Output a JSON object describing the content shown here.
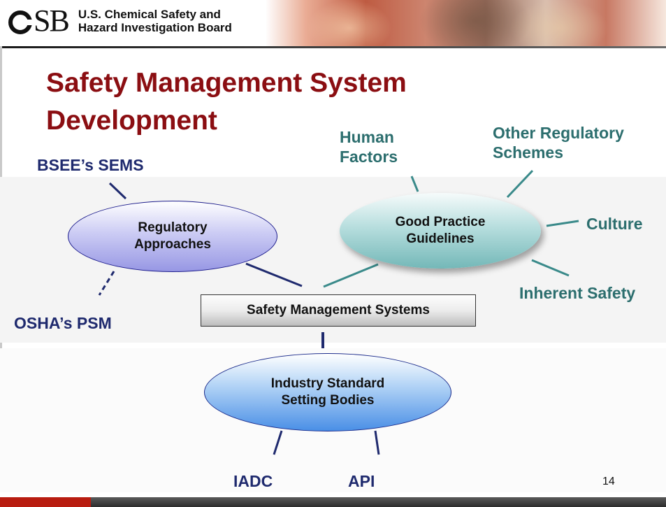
{
  "header": {
    "logo_text": "CSB",
    "org_name": "U.S. Chemical Safety and\nHazard Investigation Board"
  },
  "slide": {
    "title": "Safety Management System Development",
    "page_number": "14"
  },
  "diagram": {
    "center": "Safety Management Systems",
    "regulatory": {
      "label": "Regulatory\nApproaches",
      "items": [
        "BSEE’s SEMS",
        "OSHA’s  PSM"
      ]
    },
    "good_practice": {
      "label": "Good Practice\nGuidelines",
      "items": [
        "Human\nFactors",
        "Other Regulatory\nSchemes",
        "Culture",
        "Inherent Safety"
      ]
    },
    "industry": {
      "label": "Industry Standard\nSetting Bodies",
      "items": [
        "IADC",
        "API"
      ]
    }
  },
  "colors": {
    "title": "#8b0e12",
    "navy_label": "#1f2a6e",
    "teal_label": "#2c6e6e",
    "footer_accent": "#b81c10"
  }
}
